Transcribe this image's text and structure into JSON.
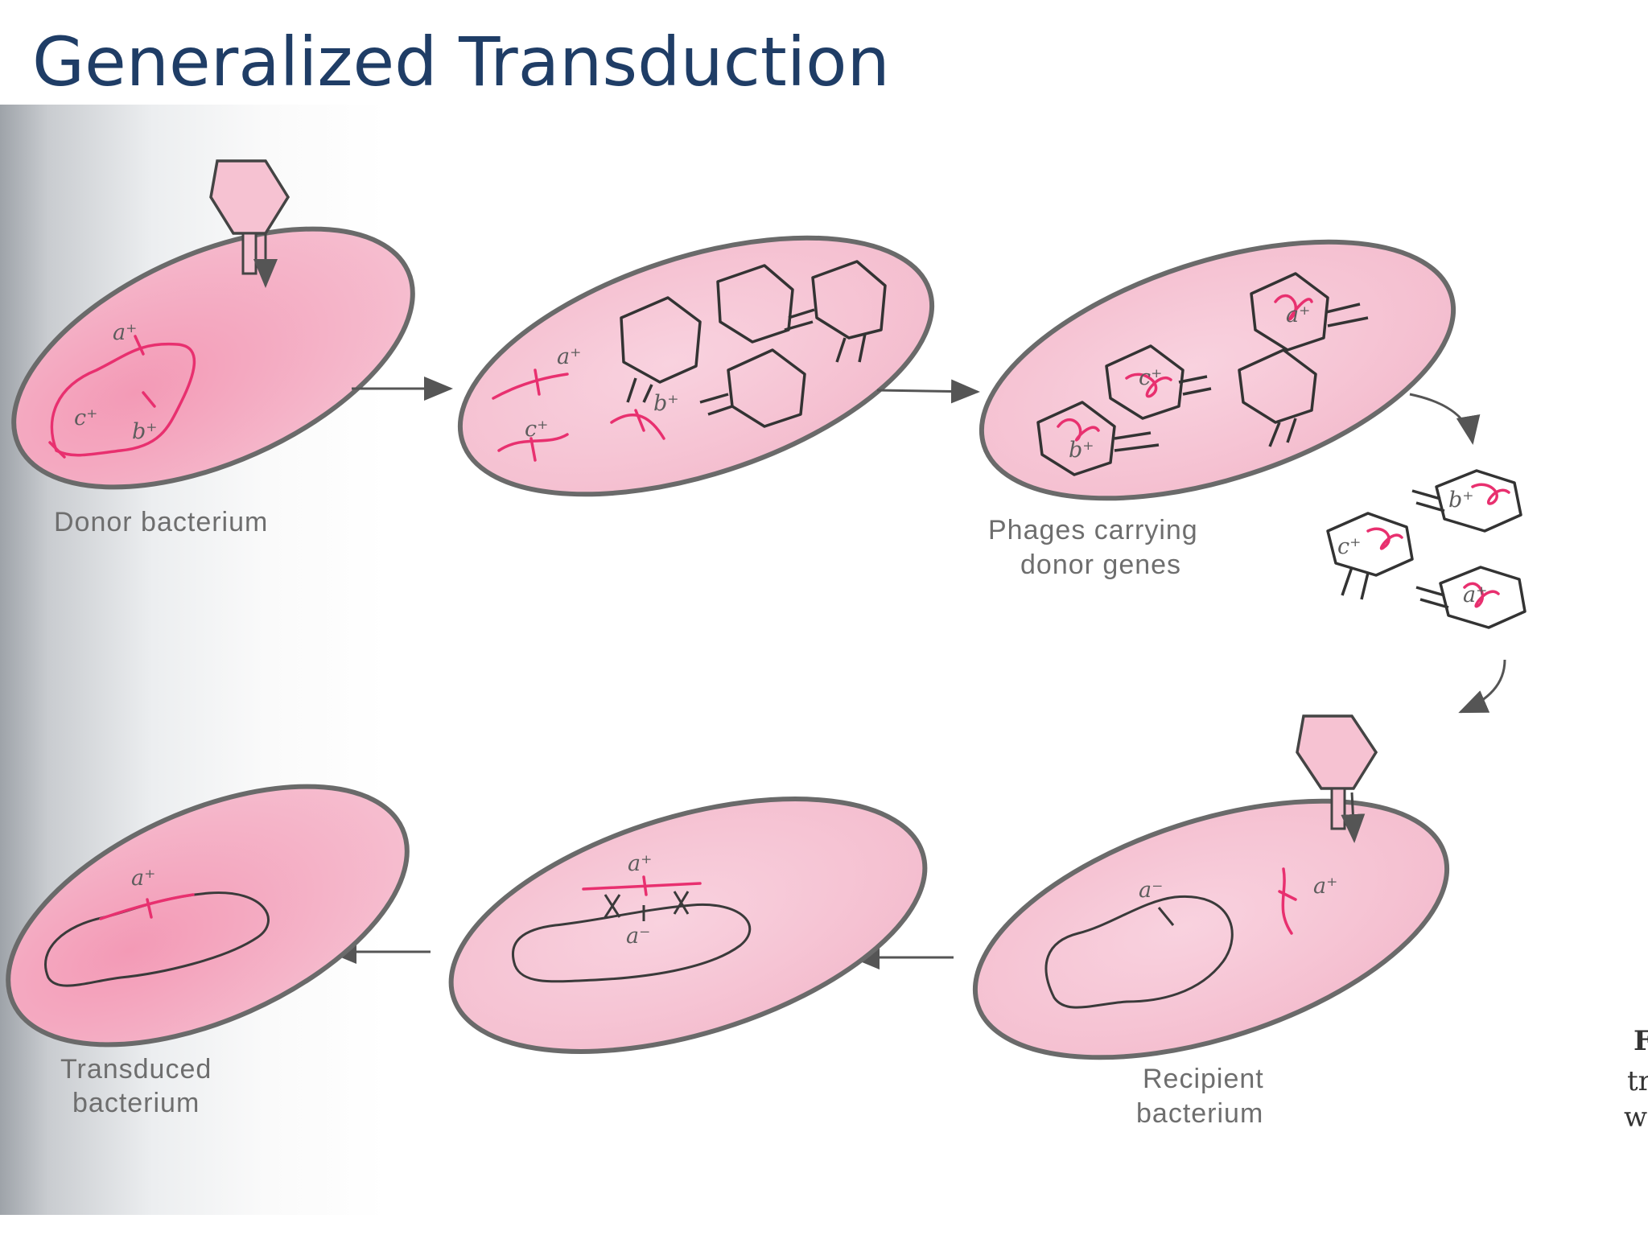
{
  "title": "Generalized Transduction",
  "labels": {
    "donor_line1": "Donor bacterium",
    "phages_line1": "Phages carrying",
    "phages_line2": "donor genes",
    "transduced_line1": "Transduced",
    "transduced_line2": "bacterium",
    "recipient_line1": "Recipient",
    "recipient_line2": "bacterium"
  },
  "genes": {
    "a_plus": "a⁺",
    "b_plus": "b⁺",
    "c_plus": "c⁺",
    "a_minus": "a⁻"
  },
  "cropped_text": [
    "F",
    "tr",
    "w"
  ],
  "colors": {
    "title": "#1f3d66",
    "cell_fill": "#f7c7d6",
    "cell_outline": "#6a6a6a",
    "donor_dna": "#e8306f",
    "host_dna": "#3a3a3a"
  }
}
